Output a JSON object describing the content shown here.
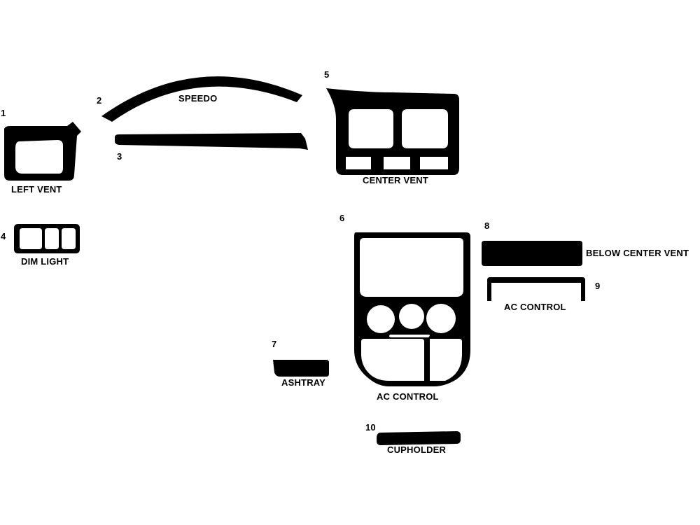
{
  "colors": {
    "part_fill": "#000000",
    "background": "#ffffff",
    "text": "#000000"
  },
  "parts": [
    {
      "number": "1",
      "label": "LEFT VENT"
    },
    {
      "number": "2",
      "label": "SPEEDO"
    },
    {
      "number": "3",
      "label": ""
    },
    {
      "number": "4",
      "label": "DIM LIGHT"
    },
    {
      "number": "5",
      "label": "CENTER VENT"
    },
    {
      "number": "6",
      "label": "AC CONTROL"
    },
    {
      "number": "7",
      "label": "ASHTRAY"
    },
    {
      "number": "8",
      "label": "BELOW CENTER VENT"
    },
    {
      "number": "9",
      "label": "AC CONTROL"
    },
    {
      "number": "10",
      "label": "CUPHOLDER"
    }
  ]
}
